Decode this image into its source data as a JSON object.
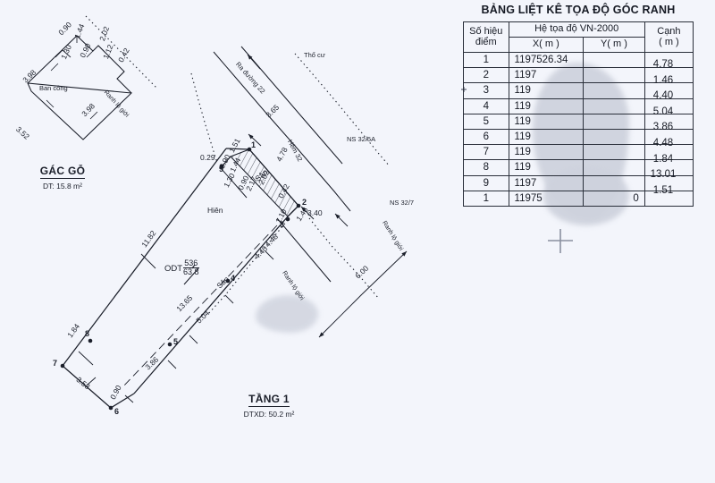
{
  "document": {
    "background_color": "#f3f5fb",
    "ink_color": "#1b1f2a"
  },
  "coord_table": {
    "title": "BẢNG LIỆT KÊ TỌA ĐỘ GÓC RANH",
    "headers": {
      "point_line1": "Số hiệu",
      "point_line2": "điểm",
      "system": "Hệ tọa độ VN-2000",
      "x": "X( m )",
      "y": "Y( m )",
      "edge_line1": "Cạnh",
      "edge_line2": "( m )"
    },
    "rows": [
      {
        "id": "1",
        "x": "1197526.34",
        "y": "",
        "redacted": true
      },
      {
        "id": "2",
        "x": "1197",
        "y": "",
        "redacted": true
      },
      {
        "id": "3",
        "x": "119",
        "y": "",
        "redacted": true
      },
      {
        "id": "4",
        "x": "119",
        "y": "",
        "redacted": true
      },
      {
        "id": "5",
        "x": "119",
        "y": "",
        "redacted": true
      },
      {
        "id": "6",
        "x": "119",
        "y": "",
        "redacted": true
      },
      {
        "id": "7",
        "x": "119",
        "y": "",
        "redacted": true
      },
      {
        "id": "8",
        "x": "119",
        "y": "",
        "redacted": true
      },
      {
        "id": "9",
        "x": "1197",
        "y": "",
        "redacted": true
      },
      {
        "id": "1",
        "x": "11975",
        "y": "0",
        "redacted": true
      }
    ],
    "edges": [
      "4.78",
      "1.46",
      "4.40",
      "5.04",
      "3.86",
      "4.48",
      "1.84",
      "13.01",
      "1.51"
    ]
  },
  "gac_go": {
    "title": "GÁC GỖ",
    "area": "DT: 15.8 m²",
    "room_label": "Ban công",
    "boundary_label": "Ranh lộ giới",
    "dims": {
      "d1": "0.90",
      "d2": "1.44",
      "d3": "1.30",
      "d4": "0.90",
      "d5": "2.02",
      "d6": "1.12",
      "d7": "0.42",
      "d8": "3.98",
      "d9": "3.52",
      "d10": "3.98"
    }
  },
  "tang1": {
    "title": "TẦNG 1",
    "area": "DTXD: 50.2 m²",
    "parcel_code": "ODT",
    "parcel_num": "536",
    "parcel_area": "63.8",
    "labels": {
      "street": "Ra đường 22",
      "alley": "Hẻm 32",
      "land_use": "Thổ cư",
      "neighbor1": "NS 32/5A",
      "neighbor2": "NS 32/7",
      "boundary": "Ranh lộ giới",
      "yard1": "Sân",
      "yard2": "Sân",
      "porch": "Hiên"
    },
    "dims": {
      "top_edge": "3.65",
      "alley_w": "3.40",
      "road_w": "6.00",
      "left_long": "11.82",
      "center_dash": "13.65",
      "right_468": "4.48",
      "d504": "5.04",
      "d386": "3.86",
      "d090_bot": "0.90",
      "d358": "3.58",
      "d184": "1.84",
      "d029": "0.29",
      "d151": "1.51",
      "d090a": "0.90",
      "d144": "1.44",
      "d130": "1.30",
      "d090b": "0.90",
      "d217": "2.17",
      "d202": "2.02",
      "d478": "4.78",
      "d042": "0.42",
      "d110": "1.10",
      "d146": "1.46",
      "d440": "4.40"
    },
    "points": [
      "1",
      "2",
      "3",
      "4",
      "5",
      "6",
      "7",
      "8",
      "9"
    ]
  }
}
